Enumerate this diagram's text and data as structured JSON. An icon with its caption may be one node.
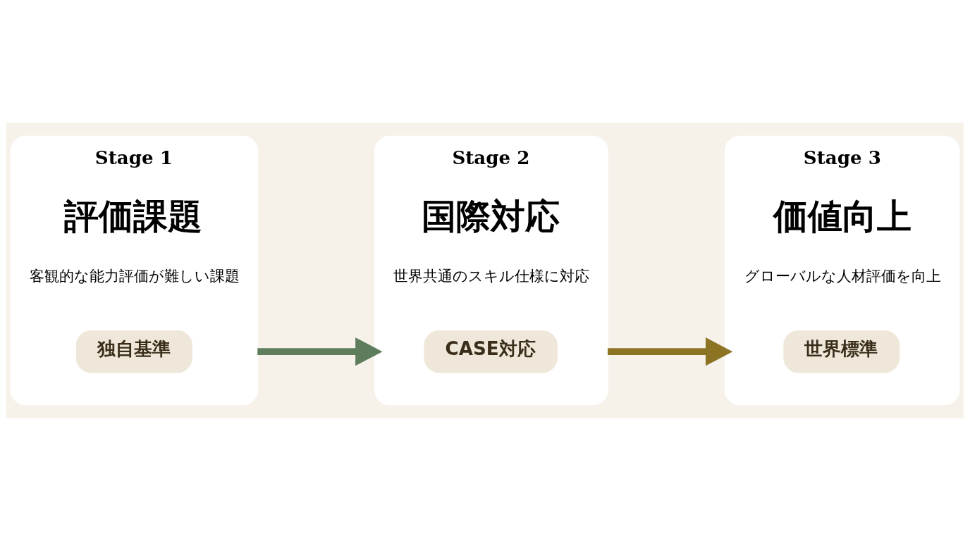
{
  "diagram": {
    "nodes": [
      {
        "text": [
          "Stage 1",
          "評価課題",
          "客観的な能力評価が難しい課題"
        ]
      },
      {
        "text": [
          "独自基準"
        ],
        "in": 0
      },
      {
        "text": [
          "Stage 2",
          "国際対応",
          "世界共通のスキル仕様に対応"
        ]
      },
      {
        "text": [
          "CASE対応"
        ],
        "in": 2
      },
      {
        "text": [
          "Stage 3",
          "価値向上",
          "グローバルな人材評価を向上"
        ]
      },
      {
        "text": [
          "世界標準"
        ],
        "in": 4
      }
    ],
    "edges": [
      {
        "from": 0,
        "to": 2,
        "arrow": "to",
        "color": "#5e7d5c"
      },
      {
        "from": 2,
        "to": 4,
        "arrow": "to",
        "color": "#8c7424"
      }
    ]
  }
}
